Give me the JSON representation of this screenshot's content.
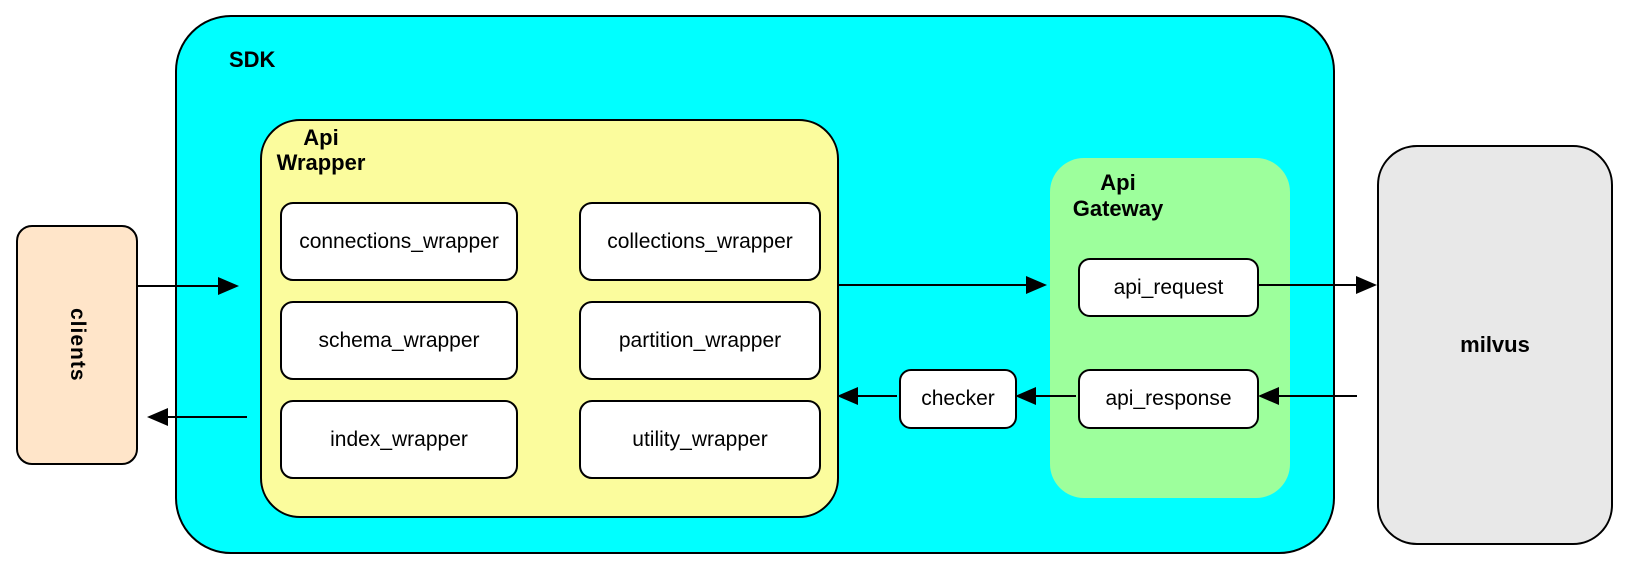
{
  "clients": {
    "label": "clients"
  },
  "sdk": {
    "label": "SDK",
    "api_wrapper": {
      "label": "Api\nWrapper",
      "modules": [
        "connections_wrapper",
        "collections_wrapper",
        "schema_wrapper",
        "partition_wrapper",
        "index_wrapper",
        "utility_wrapper"
      ]
    },
    "checker": {
      "label": "checker"
    },
    "api_gateway": {
      "label": "Api\nGateway",
      "request": "api_request",
      "response": "api_response"
    }
  },
  "milvus": {
    "label": "milvus"
  },
  "colors": {
    "sdk_fill": "#00FFFF",
    "api_wrapper_fill": "#FBFC9D",
    "api_gateway_fill": "#9DFF9C",
    "clients_fill": "#FFE5C9",
    "milvus_fill": "#E8E8E8",
    "node_fill": "#FFFFFF",
    "border": "#000000"
  }
}
